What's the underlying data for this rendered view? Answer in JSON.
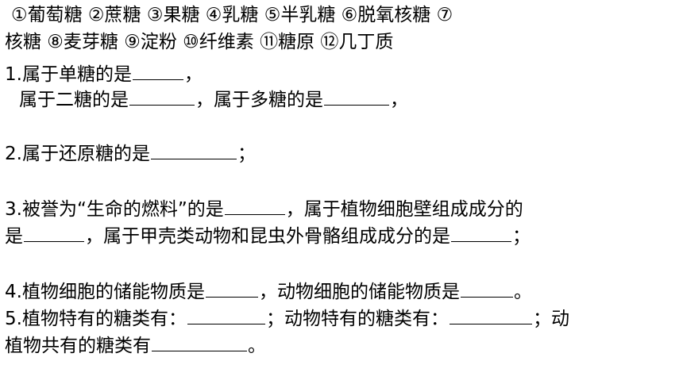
{
  "sugars_line1": "①葡萄糖 ②蔗糖 ③果糖 ④乳糖 ⑤半乳糖 ⑥脱氧核糖 ⑦",
  "sugars_line2": "核糖 ⑧麦芽糖 ⑨淀粉 ⑩纤维素 ⑪糖原 ⑫几丁质",
  "q1": {
    "a": "1.属于单糖的是",
    "a_end": "，",
    "b": "属于二糖的是",
    "b_mid": "，属于多糖的是",
    "b_end": "，"
  },
  "q2": {
    "a": "2.属于还原糖的是",
    "a_end": "；"
  },
  "q3": {
    "a": "3.被誉为“生命的燃料”的是",
    "a_mid": "，属于植物细胞壁组成成分的",
    "b": "是",
    "b_mid": "，属于甲壳类动物和昆虫外骨骼组成成分的是",
    "b_end": "；"
  },
  "q4": {
    "a": "4.植物细胞的储能物质是",
    "a_mid": "，动物细胞的储能物质是",
    "a_end": "。"
  },
  "q5": {
    "a": "5.植物特有的糖类有：",
    "a_mid": "；动物特有的糖类有：",
    "a_end": "；动",
    "b": "植物共有的糖类有",
    "b_end": "。"
  }
}
